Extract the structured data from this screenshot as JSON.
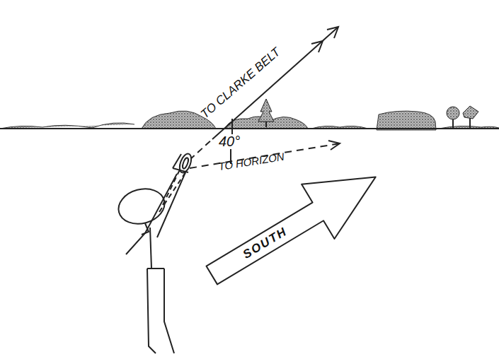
{
  "diagram": {
    "nodes": [
      {
        "text": [
          "SOUTH"
        ]
      }
    ],
    "labels": [
      "TO CLARKE BELT",
      "40°",
      "TO HORIZON"
    ]
  }
}
